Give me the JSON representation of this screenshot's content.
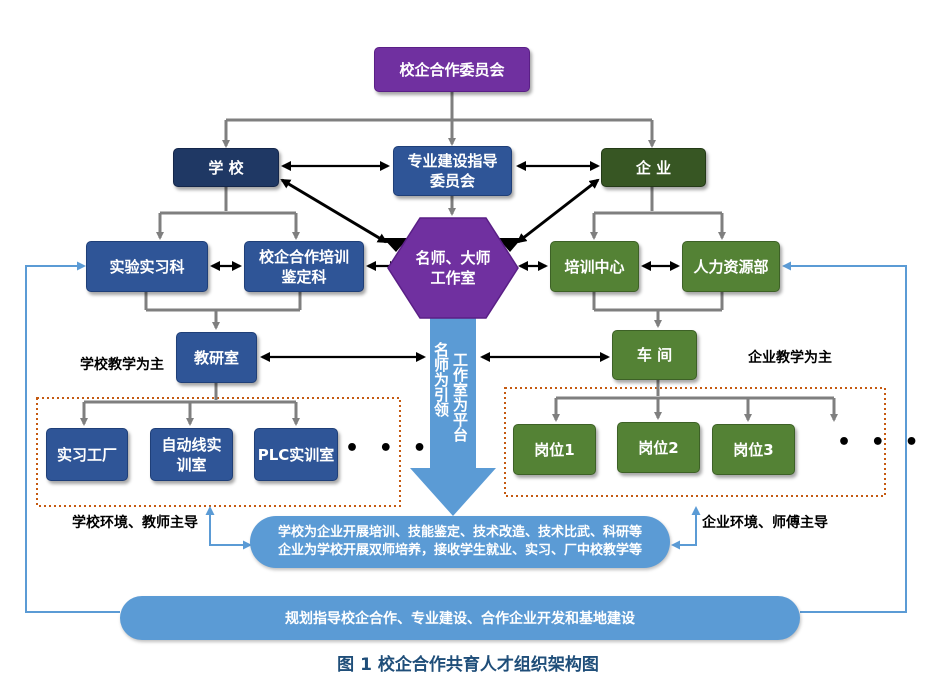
{
  "nodes": {
    "committee": "校企合作委员会",
    "school": "学  校",
    "major_committee": "专业建设指导\n委员会",
    "enterprise": "企  业",
    "lab_dept": "实验实习科",
    "training_dept": "校企合作培训\n鉴定科",
    "master_studio": "名师、大师\n工作室",
    "training_center": "培训中心",
    "hr_dept": "人力资源部",
    "teaching_office": "教研室",
    "workshop": "车  间",
    "practice_factory": "实习工厂",
    "auto_line_room": "自动线实\n训室",
    "plc_room": "PLC实训室",
    "post1": "岗位1",
    "post2": "岗位2",
    "post3": "岗位3"
  },
  "labels": {
    "school_teaching": "学校教学为主",
    "enterprise_teaching": "企业教学为主",
    "school_env": "学校环境、教师主导",
    "enterprise_env": "企业环境、师傅主导",
    "arrow_col1": "工作室为平台",
    "arrow_col2": "名师为引领",
    "ellipsis": "• • •"
  },
  "pills": {
    "cooperation": "学校为企业开展培训、技能鉴定、技术改造、技术比武、科研等\n企业为学校开展双师培养，接收学生就业、实习、厂中校教学等",
    "planning": "规划指导校企合作、专业建设、合作企业开发和基地建设"
  },
  "caption": "图 1  校企合作共育人才组织架构图",
  "colors": {
    "purple": "#7030a0",
    "navy": "#1f3864",
    "blue": "#2f5597",
    "dark_green": "#375623",
    "green": "#548235",
    "light_blue": "#5b9bd5",
    "connector_gray": "#7f7f7f",
    "dotted_border": "#c55a11"
  }
}
